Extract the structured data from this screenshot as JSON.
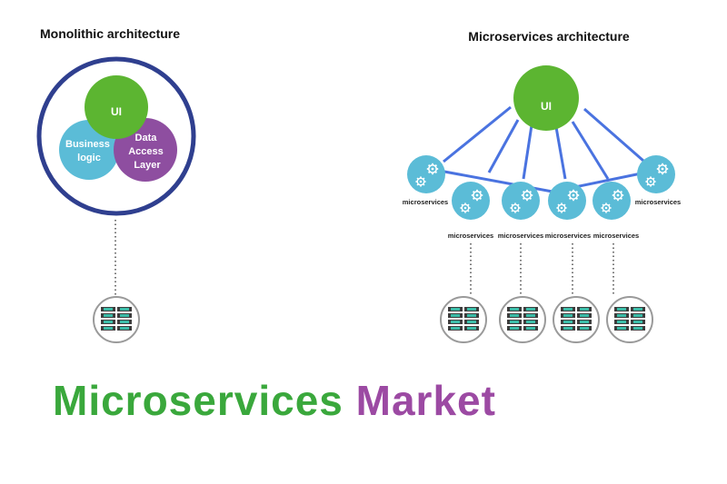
{
  "monolith": {
    "title": "Monolithic architecture",
    "ui_label": "UI",
    "business_logic_label": [
      "Business",
      "logic"
    ],
    "data_access_label": [
      "Data",
      "Access",
      "Layer"
    ]
  },
  "microservices": {
    "title": "Microservices architecture",
    "ui_label": "UI",
    "service_label": "microservices",
    "service_count": 6,
    "database_count": 4
  },
  "banner": {
    "word1": "Microservices",
    "word2": "Market"
  },
  "colors": {
    "ui_green": "#5cb531",
    "teal": "#5bbcd7",
    "purple": "#8e4ea0",
    "ring_navy": "#2f3f8f",
    "connector_blue": "#4a73e0",
    "banner_green": "#3aa83c",
    "banner_purple": "#9c4aa3",
    "server_teal": "#3cbca8"
  },
  "icons": {
    "service": "gears-icon",
    "database": "server-rack-icon"
  }
}
